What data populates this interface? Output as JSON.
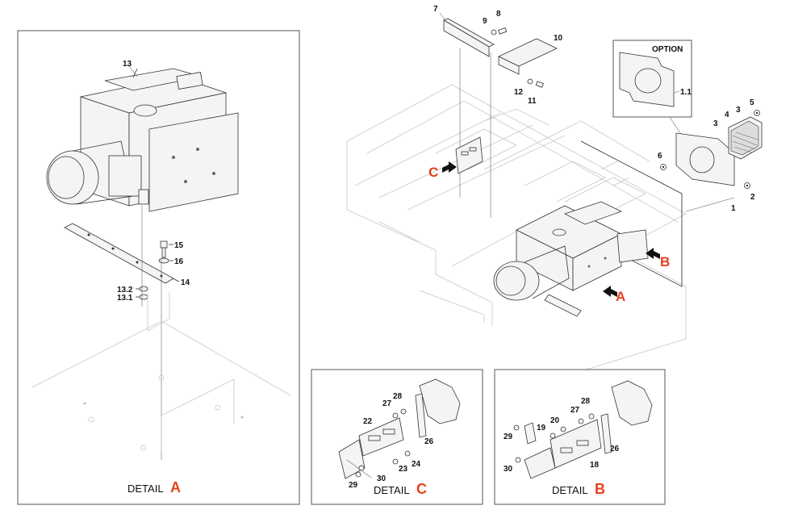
{
  "callouts": {
    "n13": "13",
    "n15": "15",
    "n16": "16",
    "n14": "14",
    "n13_2": "13.2",
    "n13_1": "13.1",
    "n7": "7",
    "n9": "9",
    "n8": "8",
    "n10": "10",
    "n12": "12",
    "n11": "11",
    "option": "OPTION",
    "n1_1": "1.1",
    "n5": "5",
    "n4": "4",
    "n3a": "3",
    "n3b": "3",
    "n6": "6",
    "n2": "2",
    "n1": "1",
    "c28": "28",
    "c27": "27",
    "c22": "22",
    "c26": "26",
    "c23": "23",
    "c24": "24",
    "c29": "29",
    "c30": "30",
    "b28": "28",
    "b27": "27",
    "b20": "20",
    "b19": "19",
    "b29": "29",
    "b26": "26",
    "b30": "30",
    "b18": "18"
  },
  "markers": {
    "a": "A",
    "b": "B",
    "c": "C"
  },
  "captions": {
    "detail_a_word": "DETAIL",
    "detail_a_letter": "A",
    "detail_c_word": "DETAIL",
    "detail_c_letter": "C",
    "detail_b_word": "DETAIL",
    "detail_b_letter": "B"
  },
  "colors": {
    "accent": "#e8401c",
    "line": "#333333"
  }
}
